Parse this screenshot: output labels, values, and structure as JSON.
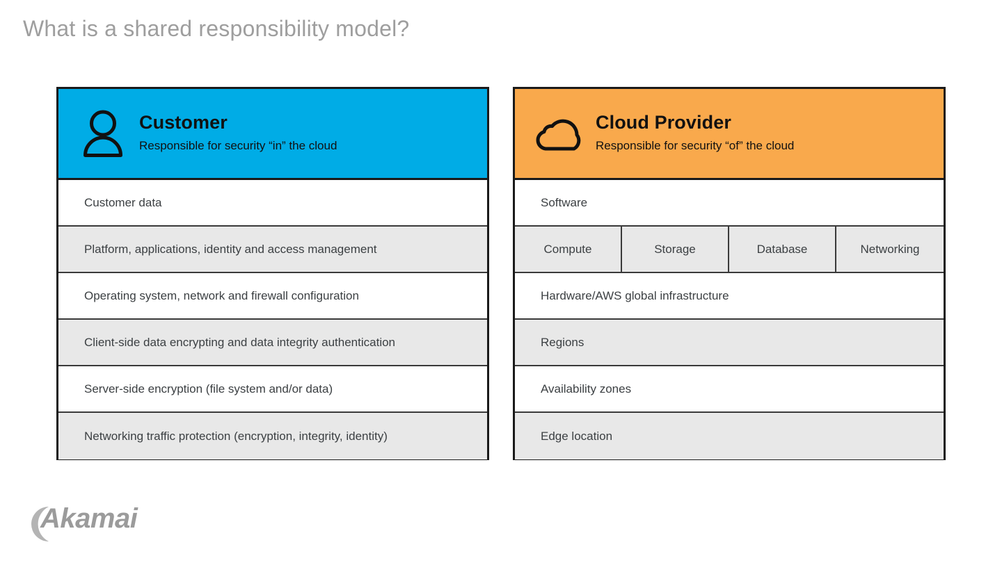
{
  "slide": {
    "title": "What is a shared responsibility model?",
    "title_color": "#9e9e9e",
    "background": "#ffffff"
  },
  "panels": [
    {
      "key": "customer",
      "icon": "person-icon",
      "header_color": "#00ACE6",
      "title": "Customer",
      "subtitle": "Responsible for security “in” the cloud",
      "rows": [
        {
          "label": "Customer data",
          "shaded": false
        },
        {
          "label": "Platform, applications, identity and access management",
          "shaded": true
        },
        {
          "label": "Operating system, network and firewall configuration",
          "shaded": false
        },
        {
          "label": "Client-side data encrypting and data integrity authentication",
          "shaded": true
        },
        {
          "label": "Server-side encryption (file system and/or data)",
          "shaded": false
        },
        {
          "label": "Networking traffic protection (encryption, integrity, identity)",
          "shaded": true
        }
      ]
    },
    {
      "key": "provider",
      "icon": "cloud-icon",
      "header_color": "#F9A94C",
      "title": "Cloud Provider",
      "subtitle": "Responsible for security “of” the cloud",
      "rows": [
        {
          "label": "Software",
          "shaded": false
        },
        {
          "split": true,
          "shaded": true,
          "cells": [
            "Compute",
            "Storage",
            "Database",
            "Networking"
          ]
        },
        {
          "label": "Hardware/AWS global infrastructure",
          "shaded": false
        },
        {
          "label": "Regions",
          "shaded": true
        },
        {
          "label": "Availability zones",
          "shaded": false
        },
        {
          "label": "Edge location",
          "shaded": true
        }
      ]
    }
  ],
  "branding": {
    "logo_name": "akamai-logo",
    "wordmark": "Akamai",
    "color": "#9b9b9b"
  },
  "palette": {
    "customer_blue": "#00ACE6",
    "provider_orange": "#F9A94C",
    "row_shade": "#e8e8e8",
    "row_plain": "#ffffff",
    "border": "#1a1a1a",
    "text": "#3c4043"
  }
}
